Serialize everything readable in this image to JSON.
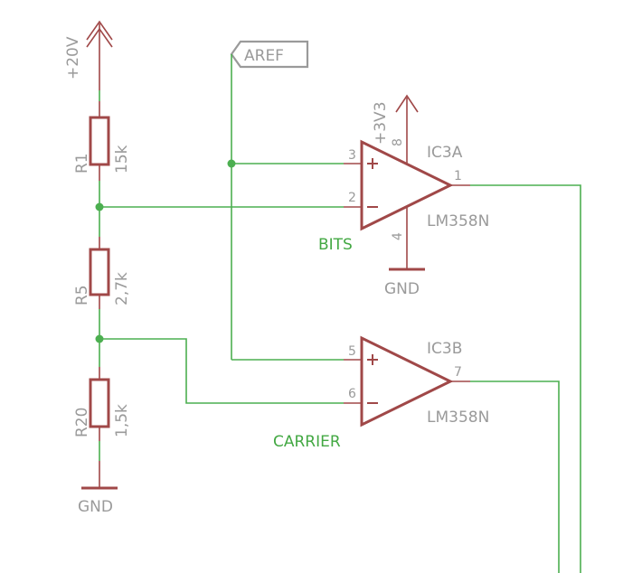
{
  "power": {
    "supply_20v": "+20V",
    "supply_3v3": "+3V3",
    "gnd_ic": "GND",
    "gnd_divider": "GND"
  },
  "net_labels": {
    "aref": "AREF",
    "bits": "BITS",
    "carrier": "CARRIER"
  },
  "resistors": [
    {
      "name": "R1",
      "value": "15k"
    },
    {
      "name": "R5",
      "value": "2,7k"
    },
    {
      "name": "R20",
      "value": "1,5k"
    }
  ],
  "opamps": [
    {
      "name": "IC3A",
      "part": "LM358N",
      "pin_plus": "3",
      "pin_minus": "2",
      "pin_out": "1",
      "pin_vcc": "8",
      "pin_gnd": "4"
    },
    {
      "name": "IC3B",
      "part": "LM358N",
      "pin_plus": "5",
      "pin_minus": "6",
      "pin_out": "7"
    }
  ],
  "colors": {
    "wire": "#4caf50",
    "component": "#a04848",
    "text": "#9a9a9a",
    "net_label": "#43a843"
  }
}
